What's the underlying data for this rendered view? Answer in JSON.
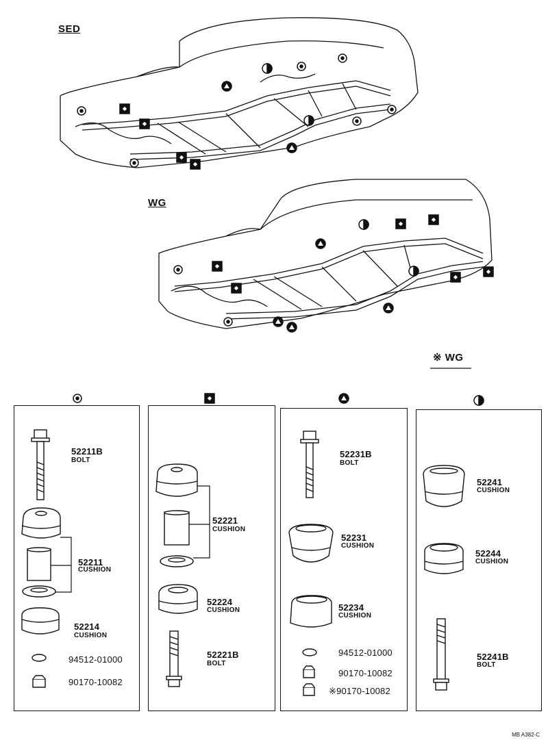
{
  "views": {
    "sed_label": "SED",
    "wg_label": "WG",
    "wg_note_label": "※ WG"
  },
  "panels": [
    {
      "symbol": "circle-dot",
      "parts": [
        {
          "number": "52211B",
          "desc": "BOLT"
        },
        {
          "number": "52211",
          "desc": "CUSHION"
        },
        {
          "number": "52214",
          "desc": "CUSHION"
        },
        {
          "number": "94512-01000",
          "desc": ""
        },
        {
          "number": "90170-10082",
          "desc": ""
        }
      ]
    },
    {
      "symbol": "square-diamond",
      "parts": [
        {
          "number": "52221",
          "desc": "CUSHION"
        },
        {
          "number": "52224",
          "desc": "CUSHION"
        },
        {
          "number": "52221B",
          "desc": "BOLT"
        }
      ]
    },
    {
      "symbol": "circle-triangle",
      "parts": [
        {
          "number": "52231B",
          "desc": "BOLT"
        },
        {
          "number": "52231",
          "desc": "CUSHION"
        },
        {
          "number": "52234",
          "desc": "CUSHION"
        },
        {
          "number": "94512-01000",
          "desc": ""
        },
        {
          "number": "90170-10082",
          "desc": ""
        },
        {
          "number": "※90170-10082",
          "desc": ""
        }
      ]
    },
    {
      "symbol": "half-circle",
      "parts": [
        {
          "number": "52241",
          "desc": "CUSHION"
        },
        {
          "number": "52244",
          "desc": "CUSHION"
        },
        {
          "number": "52241B",
          "desc": "BOLT"
        }
      ]
    }
  ],
  "footer": "MB  A382-C"
}
